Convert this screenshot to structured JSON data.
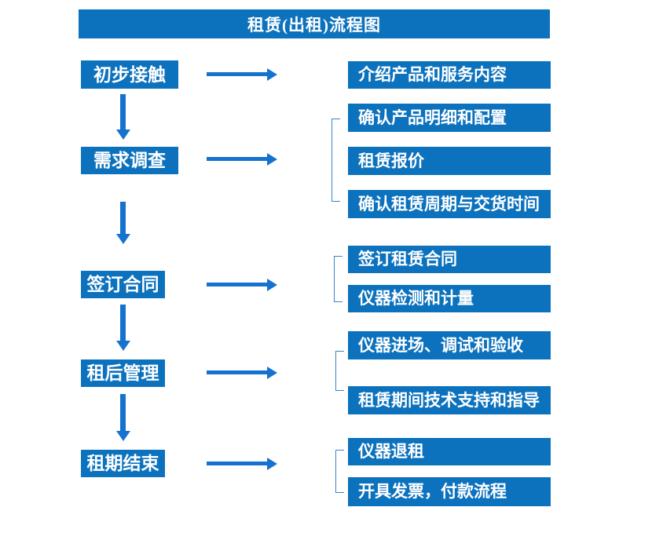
{
  "title": "租赁(出租)流程图",
  "colors": {
    "box_blue": "#0d72bd",
    "arrow_blue": "#1573cf",
    "bracket_blue": "#3b82c4",
    "text_white": "#ffffff"
  },
  "steps": [
    {
      "label": "初步接触",
      "details": [
        "介绍产品和服务内容"
      ]
    },
    {
      "label": "需求调查",
      "details": [
        "确认产品明细和配置",
        "租赁报价",
        "确认租赁周期与交货时间"
      ]
    },
    {
      "label": "签订合同",
      "details": [
        "签订租赁合同",
        "仪器检测和计量"
      ]
    },
    {
      "label": "租后管理",
      "details": [
        "仪器进场、调试和验收",
        "租赁期间技术支持和指导"
      ]
    },
    {
      "label": "租期结束",
      "details": [
        "仪器退租",
        "开具发票，付款流程"
      ]
    }
  ]
}
